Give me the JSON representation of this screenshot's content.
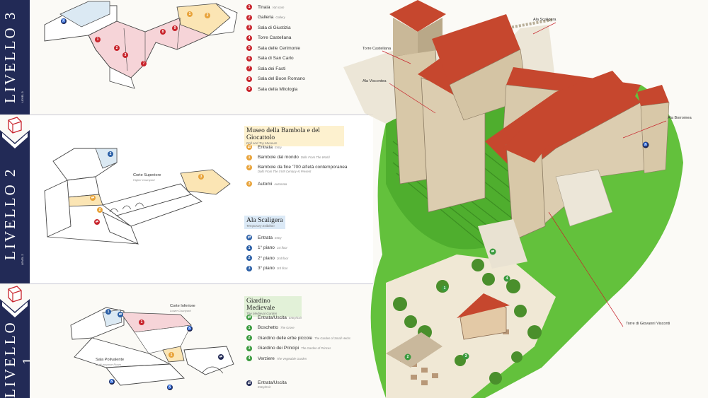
{
  "levels": {
    "l3": {
      "title": "LIVELLO 3",
      "subtitle": "LEVEL 3"
    },
    "l2": {
      "title": "LIVELLO 2",
      "subtitle": "LEVEL 2"
    },
    "l1": {
      "title": "LIVELLO 1",
      "subtitle": ""
    }
  },
  "level3_legend": [
    {
      "n": "1",
      "it": "Tinaia",
      "en": "Vat room"
    },
    {
      "n": "2",
      "it": "Galleria",
      "en": "Gallery"
    },
    {
      "n": "3",
      "it": "Sala di Giustizia",
      "en": ""
    },
    {
      "n": "4",
      "it": "Torre Castellana",
      "en": ""
    },
    {
      "n": "5",
      "it": "Sala delle Cerimonie",
      "en": ""
    },
    {
      "n": "6",
      "it": "Sala di San Carlo",
      "en": ""
    },
    {
      "n": "7",
      "it": "Sala dei Fasti",
      "en": ""
    },
    {
      "n": "8",
      "it": "Sala del Boon Romano",
      "en": ""
    },
    {
      "n": "9",
      "it": "Sala della Mitologia",
      "en": ""
    }
  ],
  "museo": {
    "title": "Museo della Bambola e del Giocattolo",
    "subtitle": "Doll and Toy Museum",
    "items": [
      {
        "n": "⇄",
        "it": "Entrata",
        "en": "Entry"
      },
      {
        "n": "1",
        "it": "Bambole dal mondo",
        "en": "Dolls From The World"
      },
      {
        "n": "2",
        "it": "Bambole da fine '700 all'età contemporanea",
        "en": "Dolls From The XVIII Century At Present"
      },
      {
        "n": "3",
        "it": "Automi",
        "en": "Automata"
      }
    ]
  },
  "scaligera": {
    "title": "Ala Scaligera",
    "subtitle": "Temporary Exibition",
    "items": [
      {
        "n": "⇄",
        "it": "Entrata",
        "en": "Entry"
      },
      {
        "n": "1",
        "it": "1° piano",
        "en": "1st floor"
      },
      {
        "n": "2",
        "it": "2° piano",
        "en": "2nd floor"
      },
      {
        "n": "3",
        "it": "3° piano",
        "en": "3rd floor"
      }
    ]
  },
  "giardino": {
    "title": "Giardino Medievale",
    "subtitle": "The Medieval Garden",
    "items": [
      {
        "n": "⇄",
        "it": "Entrata/Uscita",
        "en": "Entry/Exit"
      },
      {
        "n": "1",
        "it": "Boschetto",
        "en": "The Grove"
      },
      {
        "n": "2",
        "it": "Giardino delle erbe piccole",
        "en": "The Garden of Small Herbs"
      },
      {
        "n": "3",
        "it": "Giardino dei Principi",
        "en": "The Garden of Princes"
      },
      {
        "n": "4",
        "it": "Verziere",
        "en": "The Vegetable Garden"
      }
    ]
  },
  "exit_item": {
    "n": "⇄",
    "it": "Entrata/Uscita",
    "en": "Entry/Exit"
  },
  "plan_labels": {
    "corte_superiore": "Corte Superiore",
    "corte_superiore_en": "Higher Courtyard",
    "corte_inferiore": "Corte Inferiore",
    "corte_inferiore_en": "Lower Courtyard",
    "sala_polivalente": "Sala Polivalente",
    "sala_polivalente_en": "Multi-purpose Room"
  },
  "map_labels": {
    "ala_scaligera": "Ala Scaligera",
    "torre_castellana": "Torre Castellana",
    "ala_viscontea": "Ala Viscontea",
    "ala_borromea": "Ala Borromea",
    "torre_giovanni": "Torre di Giovanni Visconti"
  },
  "colors": {
    "navy": "#222a56",
    "red": "#c8242c",
    "orange": "#e8a33a",
    "blue": "#2b5fa6",
    "green": "#3a9a3e",
    "roof": "#c6472e",
    "grass": "#5fbf3a"
  }
}
